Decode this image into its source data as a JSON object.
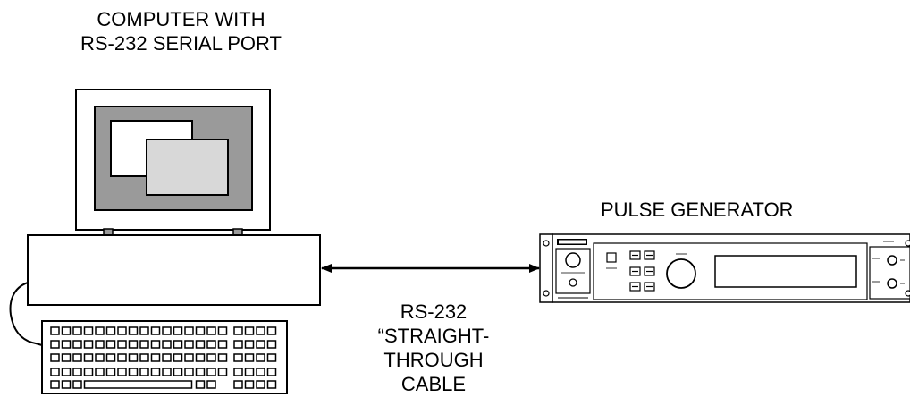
{
  "computer": {
    "label_line1": "COMPUTER WITH",
    "label_line2": "RS-232 SERIAL PORT"
  },
  "pulse_generator": {
    "label": "PULSE GENERATOR"
  },
  "cable": {
    "label_line1": "RS-232",
    "label_line2": "“STRAIGHT-",
    "label_line3": "THROUGH",
    "label_line4": "CABLE"
  },
  "colors": {
    "screen_gray": "#9a9a9a",
    "window_gray": "#d8d8d8",
    "line": "#000000"
  }
}
